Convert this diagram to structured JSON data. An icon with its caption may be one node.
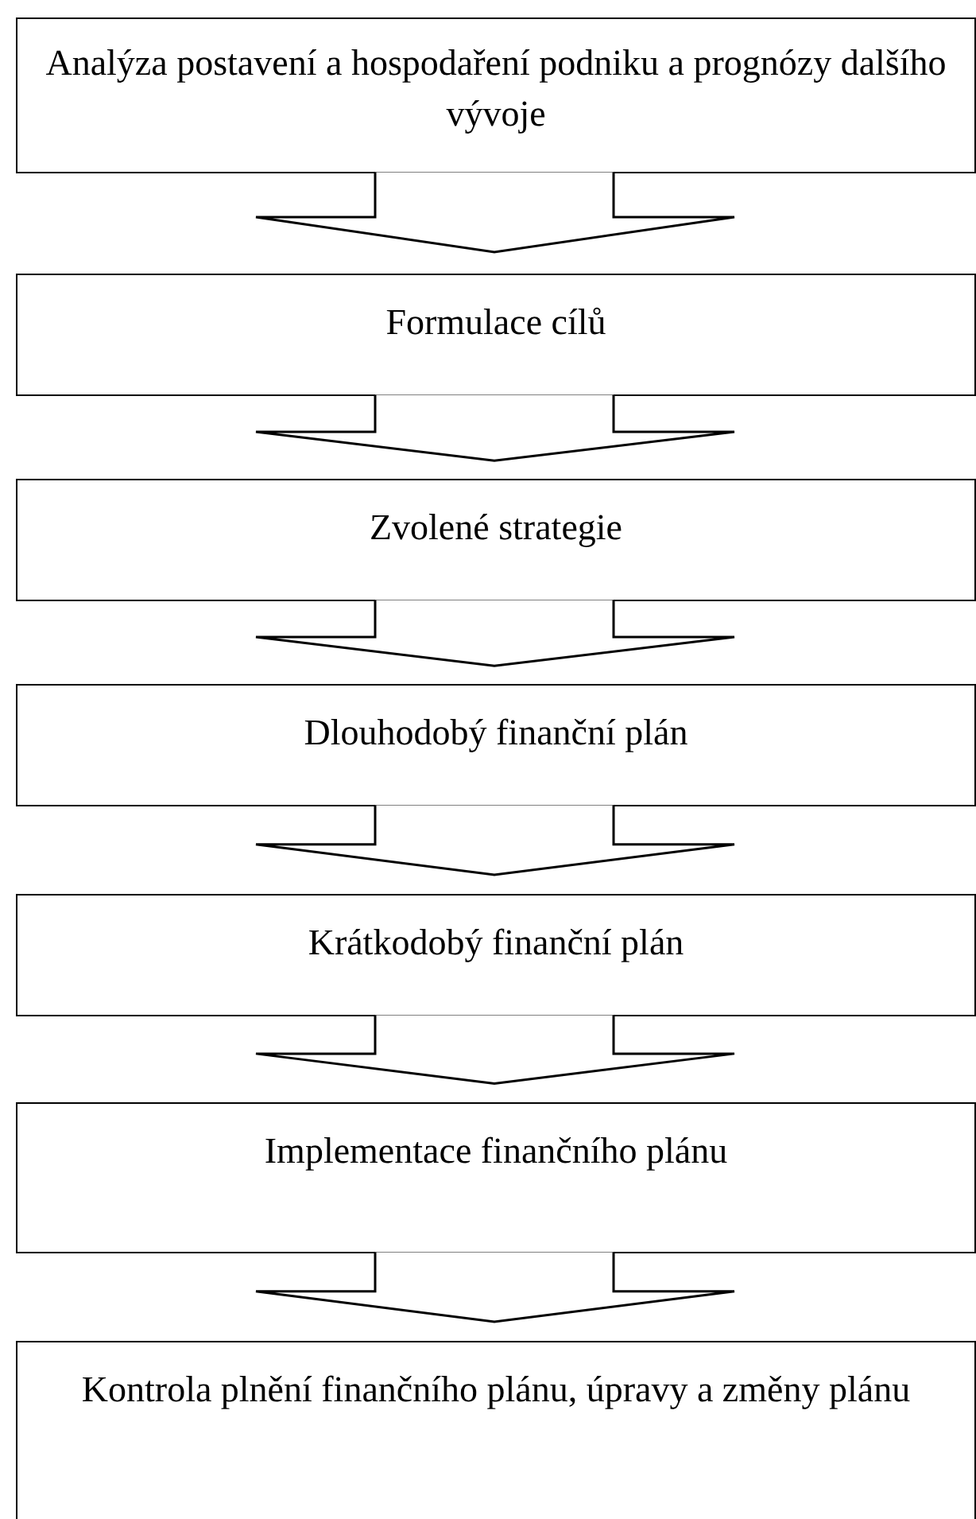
{
  "diagram": {
    "nodes": [
      {
        "text": [
          "Analýza postavení a hospodaření podniku a prognózy dalšího vývoje"
        ]
      },
      {
        "text": [
          "Formulace cílů"
        ]
      },
      {
        "text": [
          "Zvolené strategie"
        ]
      },
      {
        "text": [
          "Dlouhodobý finanční plán"
        ]
      },
      {
        "text": [
          "Krátkodobý finanční plán"
        ]
      },
      {
        "text": [
          "Implementace finančního plánu"
        ]
      },
      {
        "text": [
          "Kontrola plnění finančního plánu, úpravy a změny plánu"
        ]
      }
    ],
    "edges": [
      {
        "from": 0,
        "to": 1,
        "arrow": "to"
      },
      {
        "from": 1,
        "to": 2,
        "arrow": "to"
      },
      {
        "from": 2,
        "to": 3,
        "arrow": "to"
      },
      {
        "from": 3,
        "to": 4,
        "arrow": "to"
      },
      {
        "from": 4,
        "to": 5,
        "arrow": "to"
      },
      {
        "from": 5,
        "to": 6,
        "arrow": "to"
      }
    ]
  }
}
